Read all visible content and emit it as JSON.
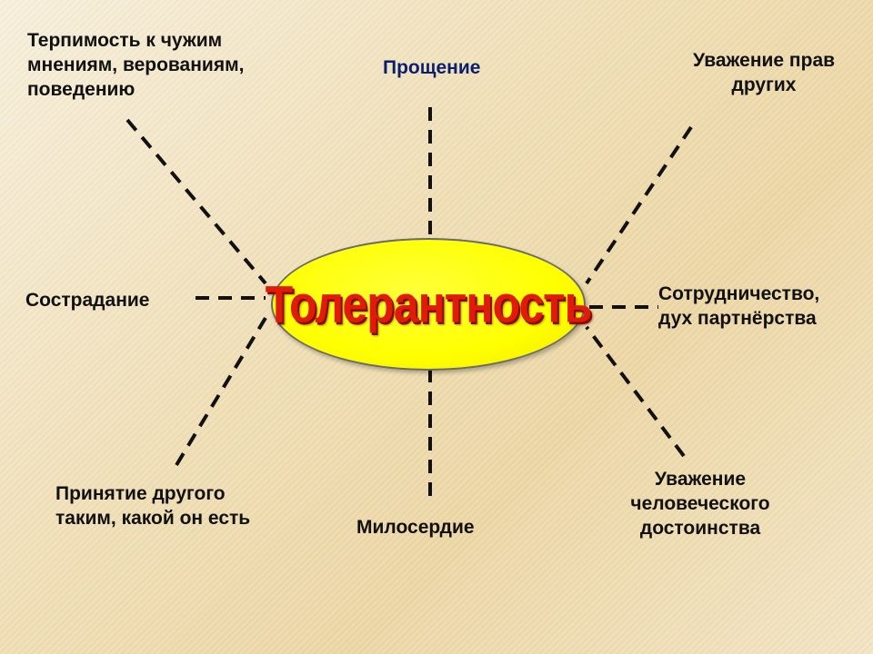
{
  "center": {
    "label": "Толерантность"
  },
  "nodes": [
    {
      "id": "tolerance-opinions",
      "text": "Терпимость к чужим\nмнениям, верованиям,\nповедению"
    },
    {
      "id": "forgiveness",
      "text": "Прощение",
      "color": "#0b1f6e"
    },
    {
      "id": "respect-rights",
      "text": "Уважение прав\nдругих"
    },
    {
      "id": "compassion",
      "text": "Сострадание"
    },
    {
      "id": "cooperation",
      "text": "Сотрудничество,\nдух партнёрства"
    },
    {
      "id": "acceptance",
      "text": "Принятие другого\nтаким, какой он есть"
    },
    {
      "id": "mercy",
      "text": "Милосердие"
    },
    {
      "id": "respect-dignity",
      "text": "Уважение\nчеловеческого\nдостоинства"
    }
  ],
  "colors": {
    "ellipse_fill": "#ffff00",
    "title_text": "#e11b0a",
    "connector": "#111111"
  }
}
